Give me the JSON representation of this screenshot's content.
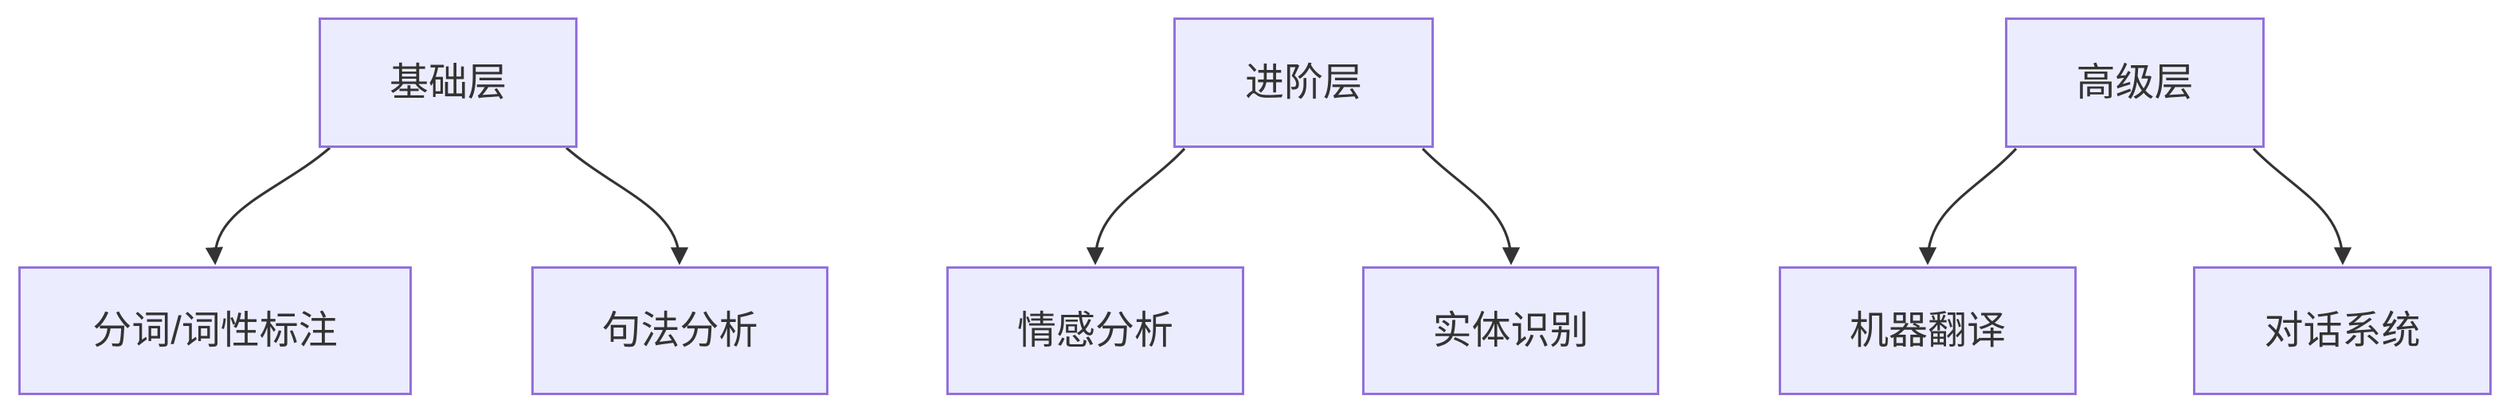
{
  "diagram": {
    "type": "flowchart-top-down",
    "background": "#ffffff",
    "node_fill": "#ECECFF",
    "node_border": "#9370DB",
    "edge_color": "#333333",
    "text_color": "#333333",
    "trees": [
      {
        "parent": "基础层",
        "children": [
          "分词/词性标注",
          "句法分析"
        ]
      },
      {
        "parent": "进阶层",
        "children": [
          "情感分析",
          "实体识别"
        ]
      },
      {
        "parent": "高级层",
        "children": [
          "机器翻译",
          "对话系统"
        ]
      }
    ]
  }
}
